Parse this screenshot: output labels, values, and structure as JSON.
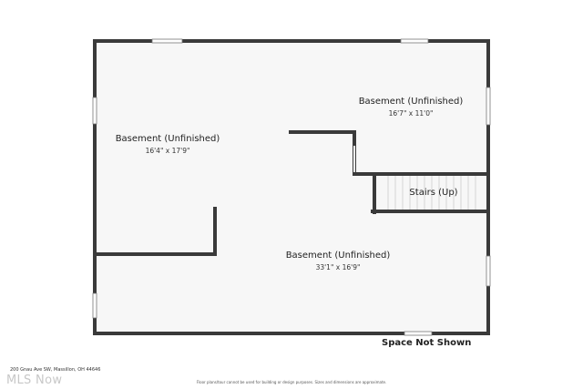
{
  "rooms": [
    {
      "name": "Basement (Unfinished)",
      "dims": "16'7\" x 11'0\""
    },
    {
      "name": "Basement (Unfinished)",
      "dims": "16'4\" x 17'9\""
    },
    {
      "name": "Basement (Unfinished)",
      "dims": "33'1\" x 16'9\""
    }
  ],
  "stairs": {
    "label": "Stairs (Up)"
  },
  "notes": {
    "space_not_shown": "Space Not Shown"
  },
  "footer": {
    "address": "200 Gnau Ave SW, Massillon, OH 44646",
    "disclaimer": "Floor plans/tour cannot be used for building or design purposes. Sizes and dimensions are approximate."
  },
  "watermark": {
    "text": "MLS Now"
  },
  "colors": {
    "wall": "#3a3a3a",
    "floor": "#f7f7f7",
    "window": "#ffffff"
  }
}
